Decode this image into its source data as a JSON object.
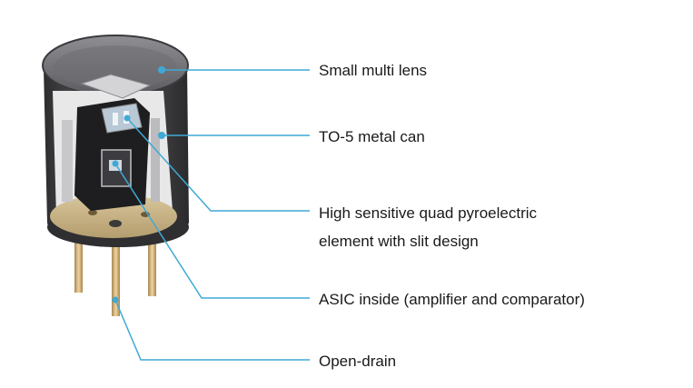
{
  "diagram": {
    "labels": {
      "small_multi_lens": "Small multi lens",
      "to5_metal_can": "TO-5 metal can",
      "element_line1": "High sensitive quad pyroelectric",
      "element_line2": "element with slit design",
      "asic_inside": "ASIC inside (amplifier and comparator)",
      "open_drain": "Open-drain"
    },
    "colors": {
      "leader_line": "#3fa9d6",
      "can_body": "#4a4a4d",
      "lens_top": "#7d7d80",
      "base_disc": "#c9b48a",
      "pins": "#d6b27a"
    }
  }
}
